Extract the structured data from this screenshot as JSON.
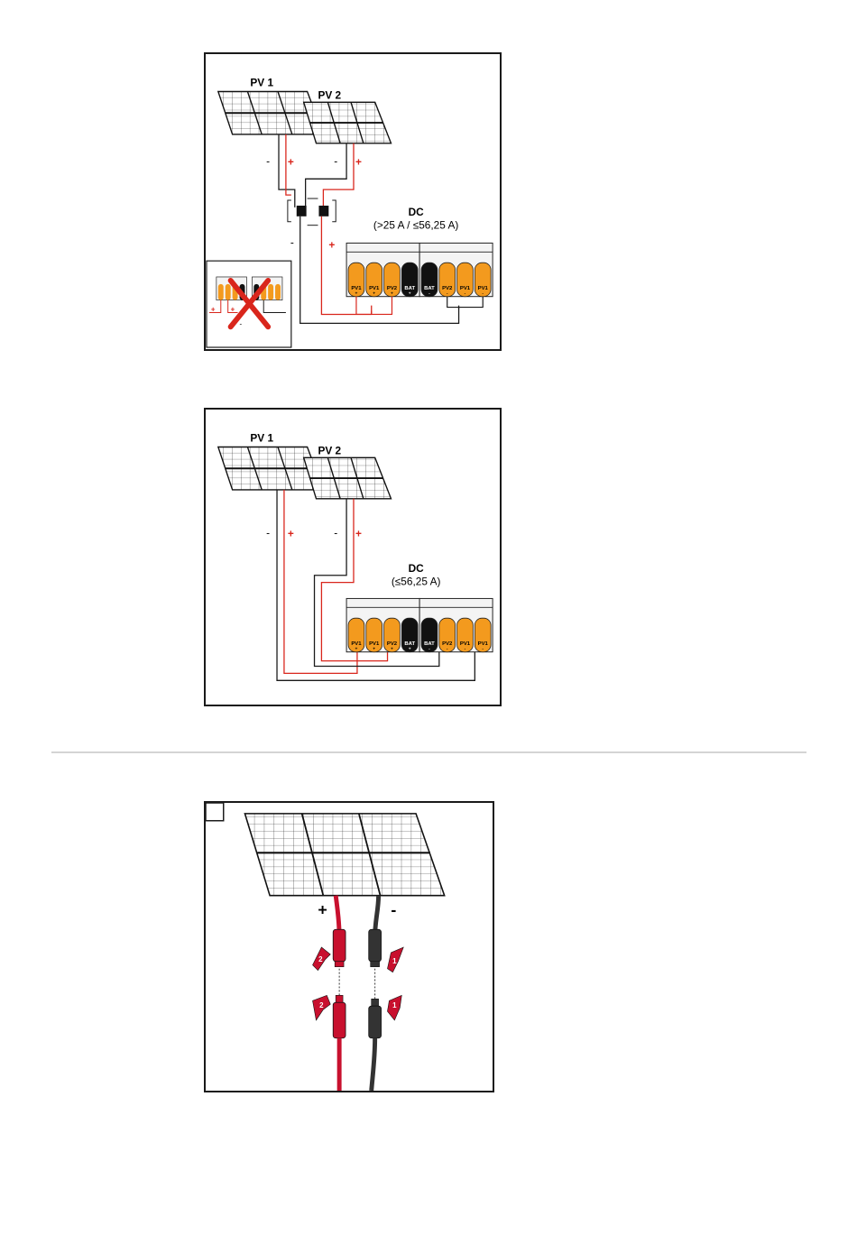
{
  "figure1": {
    "pv1_label": "PV 1",
    "pv2_label": "PV 2",
    "dc_title": "DC",
    "dc_subtitle": "(>25 A / ≤56,25 A)",
    "minus": "-",
    "plus": "+",
    "terminal_labels_left": [
      "PV1",
      "PV1",
      "PV2",
      "BAT"
    ],
    "terminal_labels_right": [
      "BAT",
      "PV2",
      "PV1",
      "PV1"
    ],
    "terminal_signs_left": [
      "+",
      "+",
      "+",
      "+"
    ],
    "terminal_signs_right": [
      "-",
      "-",
      "-",
      "-"
    ],
    "inset_signs": [
      "+",
      "+",
      "-"
    ],
    "inset_status": "incorrect"
  },
  "figure2": {
    "pv1_label": "PV 1",
    "pv2_label": "PV 2",
    "dc_title": "DC",
    "dc_subtitle": "(≤56,25 A)",
    "minus": "-",
    "plus": "+",
    "terminal_labels_left": [
      "PV1",
      "PV1",
      "PV2",
      "BAT"
    ],
    "terminal_labels_right": [
      "BAT",
      "PV2",
      "PV1",
      "PV1"
    ],
    "terminal_signs_left": [
      "+",
      "+",
      "+",
      "+"
    ],
    "terminal_signs_right": [
      "-",
      "-",
      "-",
      "-"
    ]
  },
  "figure3": {
    "step_label": "",
    "plus": "+",
    "minus": "-",
    "arrow_numbers": [
      "2",
      "1",
      "2",
      "1"
    ]
  },
  "colors": {
    "red": "#d9261c",
    "black": "#1a1a1a",
    "orange": "#f39a1e",
    "gray": "#d4d4d4",
    "cable_red": "#c8102e",
    "cable_black": "#333333"
  }
}
